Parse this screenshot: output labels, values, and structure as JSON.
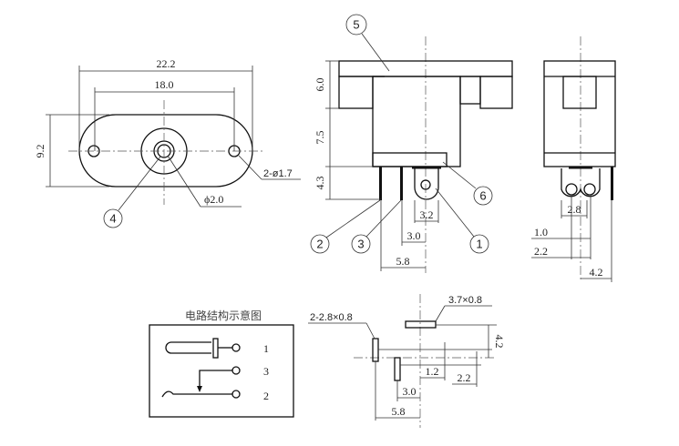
{
  "top_view": {
    "dim_overall_width": "22.2",
    "dim_hole_spacing": "18.0",
    "dim_height": "9.2",
    "hole_note": "2-ø1.7",
    "pin_diameter": "ϕ2.0",
    "callout_4": "4"
  },
  "front_view": {
    "dim_top": "6.0",
    "dim_middle": "7.5",
    "dim_pins": "4.3",
    "dim_pin1_width": "3.2",
    "dim_pin3_offset": "3.0",
    "dim_pin2_offset": "5.8",
    "callout_1": "1",
    "callout_2": "2",
    "callout_3": "3",
    "callout_5": "5",
    "callout_6": "6"
  },
  "side_view": {
    "dim_pitch": "2.8",
    "dim_a": "1.0",
    "dim_b": "2.2",
    "dim_c": "4.2"
  },
  "schematic": {
    "title": "电路结构示意图",
    "pin_1": "1",
    "pin_3": "3",
    "pin_2": "2"
  },
  "pcb_layout": {
    "pad_large": "3.7×0.8",
    "pad_small": "2-2.8×0.8",
    "dim_v": "4.2",
    "dim_1_2": "1.2",
    "dim_2_2": "2.2",
    "dim_3_0": "3.0",
    "dim_5_8": "5.8"
  }
}
